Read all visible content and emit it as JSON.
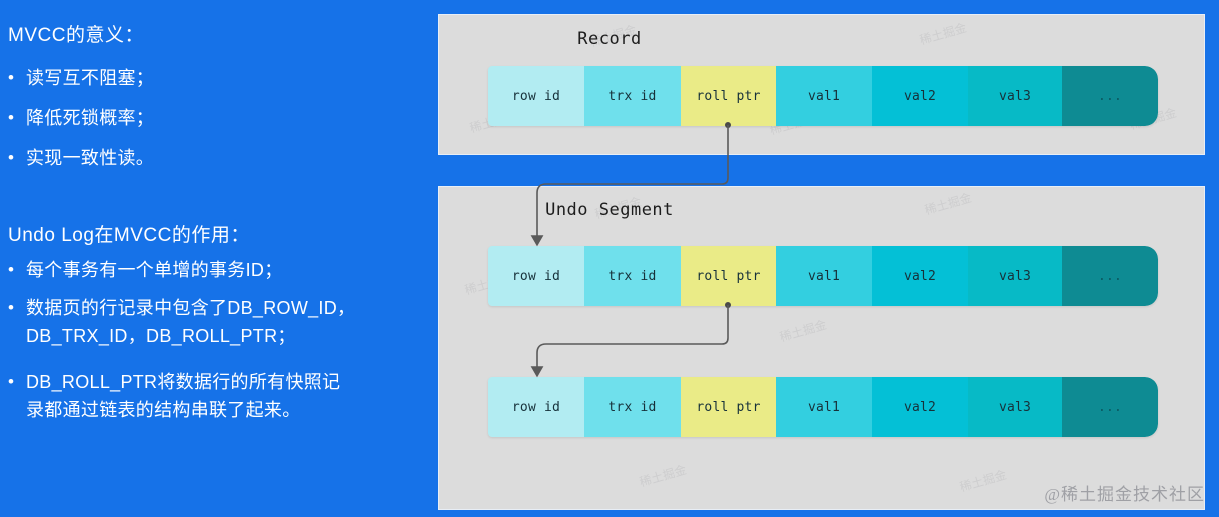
{
  "theme": {
    "background": "#1672e8",
    "panel_bg": "#dcdcdc",
    "text": "#ffffff",
    "arrow": "#5a5a5a"
  },
  "left": {
    "heading_1": "MVCC的意义：",
    "bullets_1": [
      {
        "marker": "•",
        "lines": [
          "读写互不阻塞；"
        ]
      },
      {
        "marker": "•",
        "lines": [
          "降低死锁概率；"
        ]
      },
      {
        "marker": "•",
        "lines": [
          "实现一致性读。"
        ]
      }
    ],
    "heading_2": "Undo Log在MVCC的作用：",
    "bullets_2": [
      {
        "marker": "•",
        "lines": [
          "每个事务有一个单增的事务ID；"
        ]
      },
      {
        "marker": "•",
        "lines": [
          "数据页的行记录中包含了DB_ROW_ID，",
          "DB_TRX_ID，DB_ROLL_PTR；"
        ]
      },
      {
        "marker": "•",
        "lines": [
          "DB_ROLL_PTR将数据行的所有快照记",
          "录都通过链表的结构串联了起来。"
        ]
      }
    ]
  },
  "diagram": {
    "panels": [
      {
        "id": "record",
        "title": "Record"
      },
      {
        "id": "undo",
        "title": "Undo Segment"
      }
    ],
    "cell_labels": [
      "row id",
      "trx id",
      "roll ptr",
      "val1",
      "val2",
      "val3",
      "..."
    ],
    "cell_colors": [
      "#b2ecf2",
      "#6fe0ec",
      "#eaeb87",
      "#33cfe0",
      "#04c0d6",
      "#07bac6",
      "#0e8b93"
    ],
    "rows": [
      {
        "id": "record-row",
        "cells": [
          "row id",
          "trx id",
          "roll ptr",
          "val1",
          "val2",
          "val3",
          "..."
        ]
      },
      {
        "id": "undo-row-1",
        "cells": [
          "row id",
          "trx id",
          "roll ptr",
          "val1",
          "val2",
          "val3",
          "..."
        ]
      },
      {
        "id": "undo-row-2",
        "cells": [
          "row id",
          "trx id",
          "roll ptr",
          "val1",
          "val2",
          "val3",
          "..."
        ]
      }
    ],
    "connectors": [
      {
        "from": "record-row.roll ptr",
        "to": "undo-row-1.row id"
      },
      {
        "from": "undo-row-1.roll ptr",
        "to": "undo-row-2.row id"
      }
    ]
  },
  "watermarks": {
    "tile_text": "稀土掘金",
    "brand": "@稀土掘金技术社区"
  }
}
